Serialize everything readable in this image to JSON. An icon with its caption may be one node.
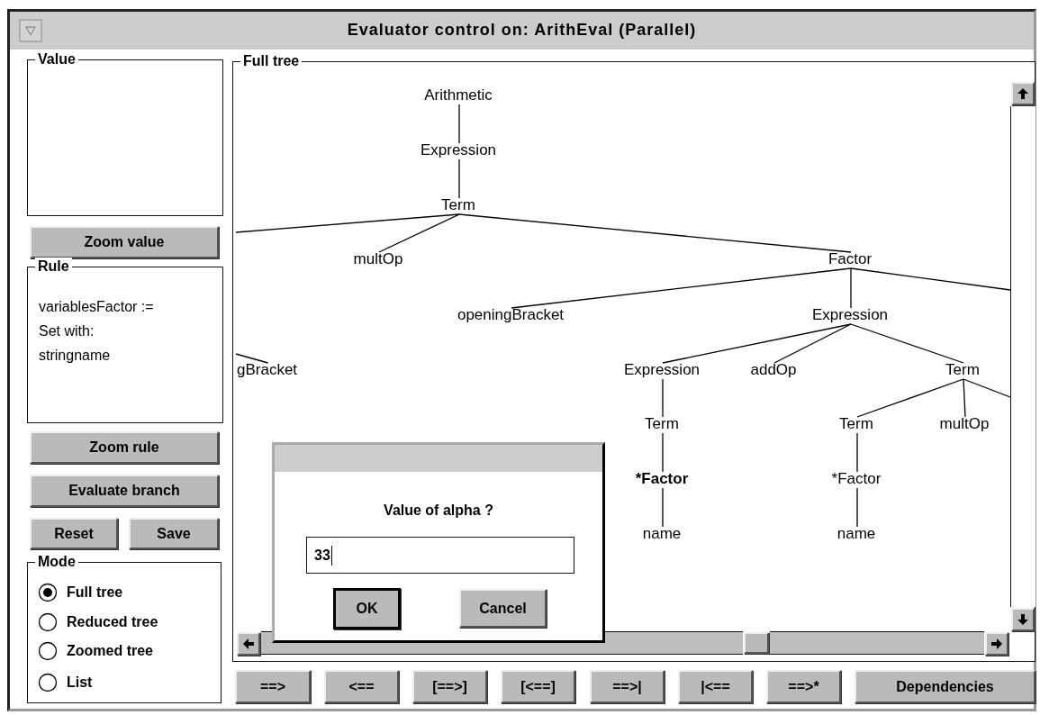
{
  "diagram": {
    "nodes": [
      {
        "text": [
          "Evaluator control on: ArithEval (Parallel)"
        ]
      },
      {
        "text": [
          "Value"
        ],
        "in": 0
      },
      {
        "text": [
          "Zoom value"
        ],
        "in": 0
      },
      {
        "text": [
          "Rule",
          "variablesFactor := Set with: stringname"
        ],
        "in": 0
      },
      {
        "text": [
          "Zoom rule"
        ],
        "in": 0
      },
      {
        "text": [
          "Evaluate branch"
        ],
        "in": 0
      },
      {
        "text": [
          "Reset"
        ],
        "in": 0
      },
      {
        "text": [
          "Save"
        ],
        "in": 0
      },
      {
        "text": [
          "Mode"
        ],
        "in": 0
      },
      {
        "text": [
          "Full tree"
        ],
        "in": 8
      },
      {
        "text": [
          "Reduced tree"
        ],
        "in": 8
      },
      {
        "text": [
          "Zoomed tree"
        ],
        "in": 8
      },
      {
        "text": [
          "List"
        ],
        "in": 8
      },
      {
        "text": [
          "Full tree"
        ],
        "in": 0
      },
      {
        "text": [
          "Arithmetic"
        ],
        "in": 13
      },
      {
        "text": [
          "Expression"
        ],
        "in": 13
      },
      {
        "text": [
          "Term"
        ],
        "in": 13
      },
      {
        "text": [
          "multOp"
        ],
        "in": 13
      },
      {
        "text": [
          "Factor"
        ],
        "in": 13
      },
      {
        "text": [
          "openingBracket"
        ],
        "in": 13
      },
      {
        "text": [
          "gBracket"
        ],
        "in": 13
      },
      {
        "text": [
          "Expression"
        ],
        "in": 13
      },
      {
        "text": [
          "Expression"
        ],
        "in": 13
      },
      {
        "text": [
          "addOp"
        ],
        "in": 13
      },
      {
        "text": [
          "Term"
        ],
        "in": 13
      },
      {
        "text": [
          "Term"
        ],
        "in": 13
      },
      {
        "text": [
          "*Factor"
        ],
        "in": 13
      },
      {
        "text": [
          "name"
        ],
        "in": 13
      },
      {
        "text": [
          "Term"
        ],
        "in": 13
      },
      {
        "text": [
          "multOp"
        ],
        "in": 13
      },
      {
        "text": [
          "*Factor"
        ],
        "in": 13
      },
      {
        "text": [
          "name"
        ],
        "in": 13
      },
      {
        "text": [
          "Value of alpha ?"
        ],
        "in": 13
      },
      {
        "text": [
          "33"
        ],
        "in": 32
      },
      {
        "text": [
          "OK"
        ],
        "in": 32
      },
      {
        "text": [
          "Cancel"
        ],
        "in": 32
      },
      {
        "text": [
          "==>"
        ],
        "in": 0
      },
      {
        "text": [
          "<=="
        ],
        "in": 0
      },
      {
        "text": [
          "[==>]"
        ],
        "in": 0
      },
      {
        "text": [
          "[<==]"
        ],
        "in": 0
      },
      {
        "text": [
          "==>|"
        ],
        "in": 0
      },
      {
        "text": [
          "|<=="
        ],
        "in": 0
      },
      {
        "text": [
          "==>*"
        ],
        "in": 0
      },
      {
        "text": [
          "Dependencies"
        ],
        "in": 0
      }
    ],
    "edges": [
      {
        "from": 14,
        "to": 15,
        "arrow": "none"
      },
      {
        "from": 15,
        "to": 16,
        "arrow": "none"
      },
      {
        "from": 16,
        "to": null,
        "arrow": "none"
      },
      {
        "from": 16,
        "to": 17,
        "arrow": "none"
      },
      {
        "from": 16,
        "to": 18,
        "arrow": "none"
      },
      {
        "from": 18,
        "to": 19,
        "arrow": "none"
      },
      {
        "from": 18,
        "to": 21,
        "arrow": "none"
      },
      {
        "from": 18,
        "to": null,
        "arrow": "none"
      },
      {
        "from": null,
        "to": 20,
        "arrow": "none"
      },
      {
        "from": 21,
        "to": 22,
        "arrow": "none"
      },
      {
        "from": 21,
        "to": 23,
        "arrow": "none"
      },
      {
        "from": 21,
        "to": 24,
        "arrow": "none"
      },
      {
        "from": 22,
        "to": 25,
        "arrow": "none"
      },
      {
        "from": 25,
        "to": 26,
        "arrow": "none"
      },
      {
        "from": 26,
        "to": 27,
        "arrow": "none"
      },
      {
        "from": 24,
        "to": 28,
        "arrow": "none"
      },
      {
        "from": 24,
        "to": 29,
        "arrow": "none"
      },
      {
        "from": 24,
        "to": null,
        "arrow": "none"
      },
      {
        "from": 28,
        "to": 30,
        "arrow": "none"
      },
      {
        "from": 30,
        "to": 31,
        "arrow": "none"
      }
    ]
  }
}
